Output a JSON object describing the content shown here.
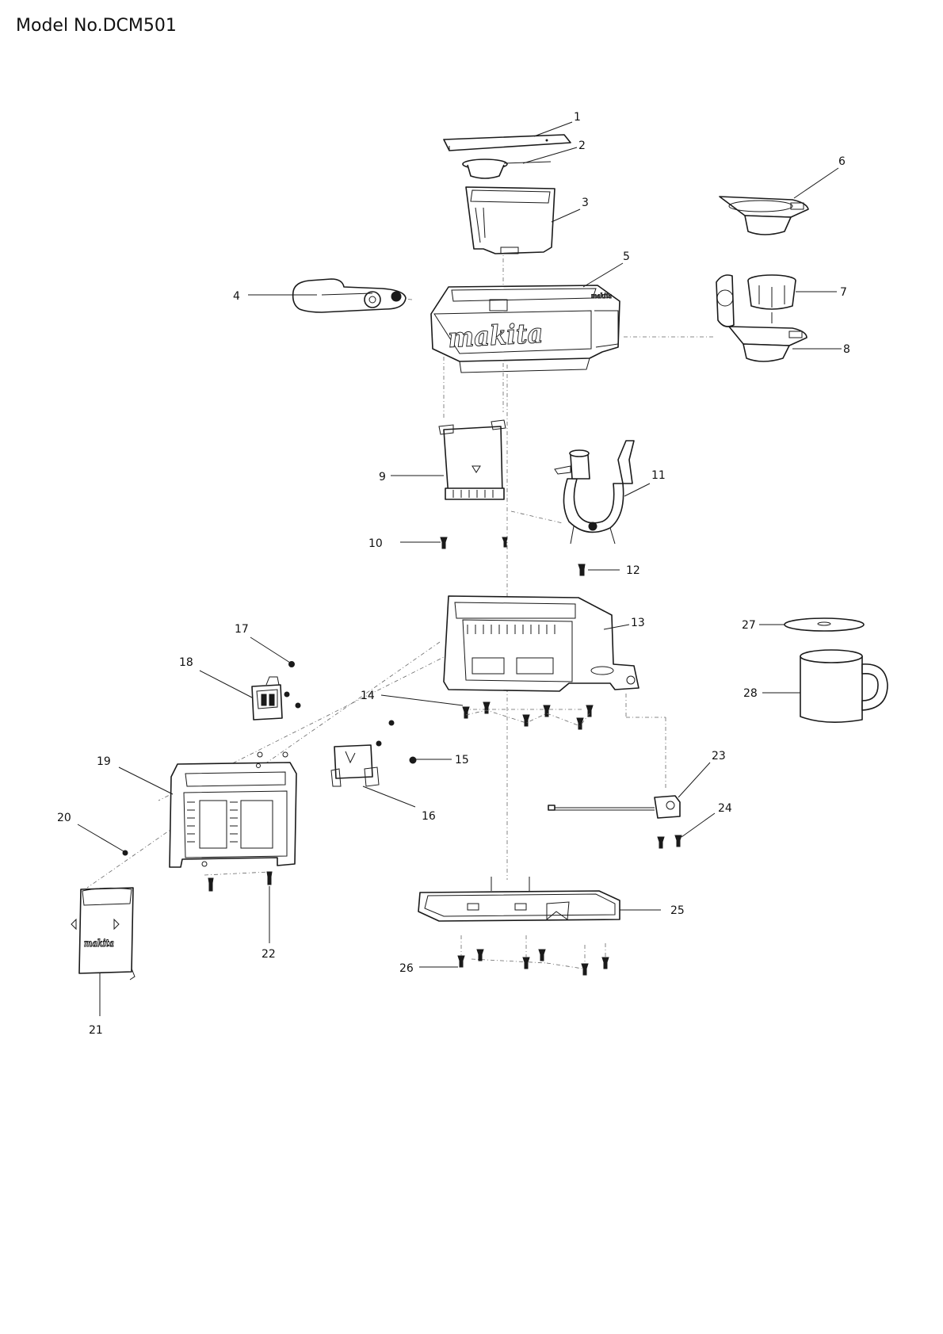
{
  "title": "Model No.DCM501",
  "brand_marks": [
    "makita",
    "makita",
    "makita"
  ],
  "callouts": [
    "1",
    "2",
    "3",
    "4",
    "5",
    "6",
    "7",
    "8",
    "9",
    "10",
    "11",
    "12",
    "13",
    "14",
    "15",
    "16",
    "17",
    "18",
    "19",
    "20",
    "21",
    "22",
    "23",
    "24",
    "25",
    "26",
    "27",
    "28"
  ]
}
